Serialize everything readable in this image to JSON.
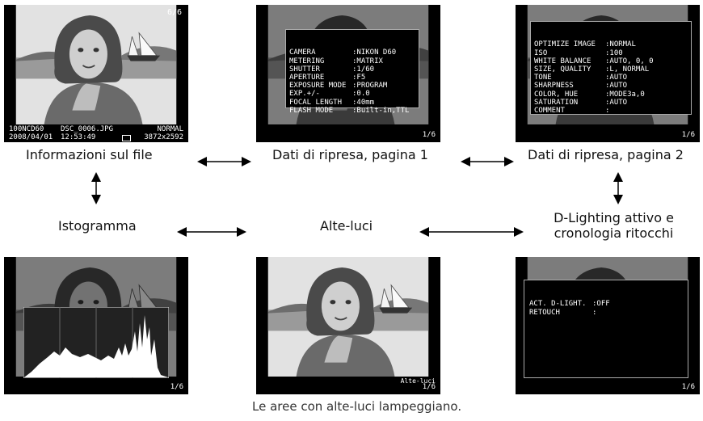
{
  "labels": {
    "file_info": "Informazioni sul file",
    "shooting_p1": "Dati di ripresa, pagina 1",
    "shooting_p2": "Dati di ripresa, pagina 2",
    "histogram": "Istogramma",
    "highlights": "Alte-luci",
    "dlighting_line1": "D-Lighting attivo e",
    "dlighting_line2": "cronologia ritocchi",
    "footer": "Le aree con alte-luci lampeggiano."
  },
  "file_info_screen": {
    "frame": "6/6",
    "folder": "100NCD60",
    "filename": "DSC_0006.JPG",
    "quality": "NORMAL",
    "date": "2008/04/01",
    "time": "12:53:49",
    "size": "3872x2592"
  },
  "shooting_p1_screen": {
    "rows": [
      {
        "k": "CAMERA",
        "v": ":NIKON D60"
      },
      {
        "k": "METERING",
        "v": ":MATRIX"
      },
      {
        "k": "SHUTTER",
        "v": ":1/60"
      },
      {
        "k": "APERTURE",
        "v": ":F5"
      },
      {
        "k": "EXPOSURE MODE",
        "v": ":PROGRAM"
      },
      {
        "k": "EXP.+/-",
        "v": ":0.0"
      },
      {
        "k": "FOCAL LENGTH",
        "v": ":40mm"
      },
      {
        "k": "FLASH MODE",
        "v": ":Built-in,TTL"
      }
    ],
    "page": "1/6"
  },
  "shooting_p2_screen": {
    "rows": [
      {
        "k": "OPTIMIZE IMAGE",
        "v": ":NORMAL"
      },
      {
        "k": "ISO",
        "v": ":100"
      },
      {
        "k": "WHITE BALANCE",
        "v": ":AUTO, 0, 0"
      },
      {
        "k": "SIZE, QUALITY",
        "v": ":L, NORMAL"
      },
      {
        "k": "TONE",
        "v": ":AUTO"
      },
      {
        "k": "SHARPNESS",
        "v": ":AUTO"
      },
      {
        "k": "COLOR, HUE",
        "v": ":MODE3a,0"
      },
      {
        "k": "SATURATION",
        "v": ":AUTO"
      },
      {
        "k": "COMMENT",
        "v": ":"
      }
    ],
    "page": "1/6"
  },
  "histogram_screen": {
    "page": "1/6"
  },
  "highlights_screen": {
    "label": "Alte-luci",
    "page": "1/6"
  },
  "dlighting_screen": {
    "rows": [
      {
        "k": "ACT. D-LIGHT.",
        "v": ":OFF"
      },
      {
        "k": "RETOUCH",
        "v": ":"
      }
    ],
    "page": "1/6"
  }
}
